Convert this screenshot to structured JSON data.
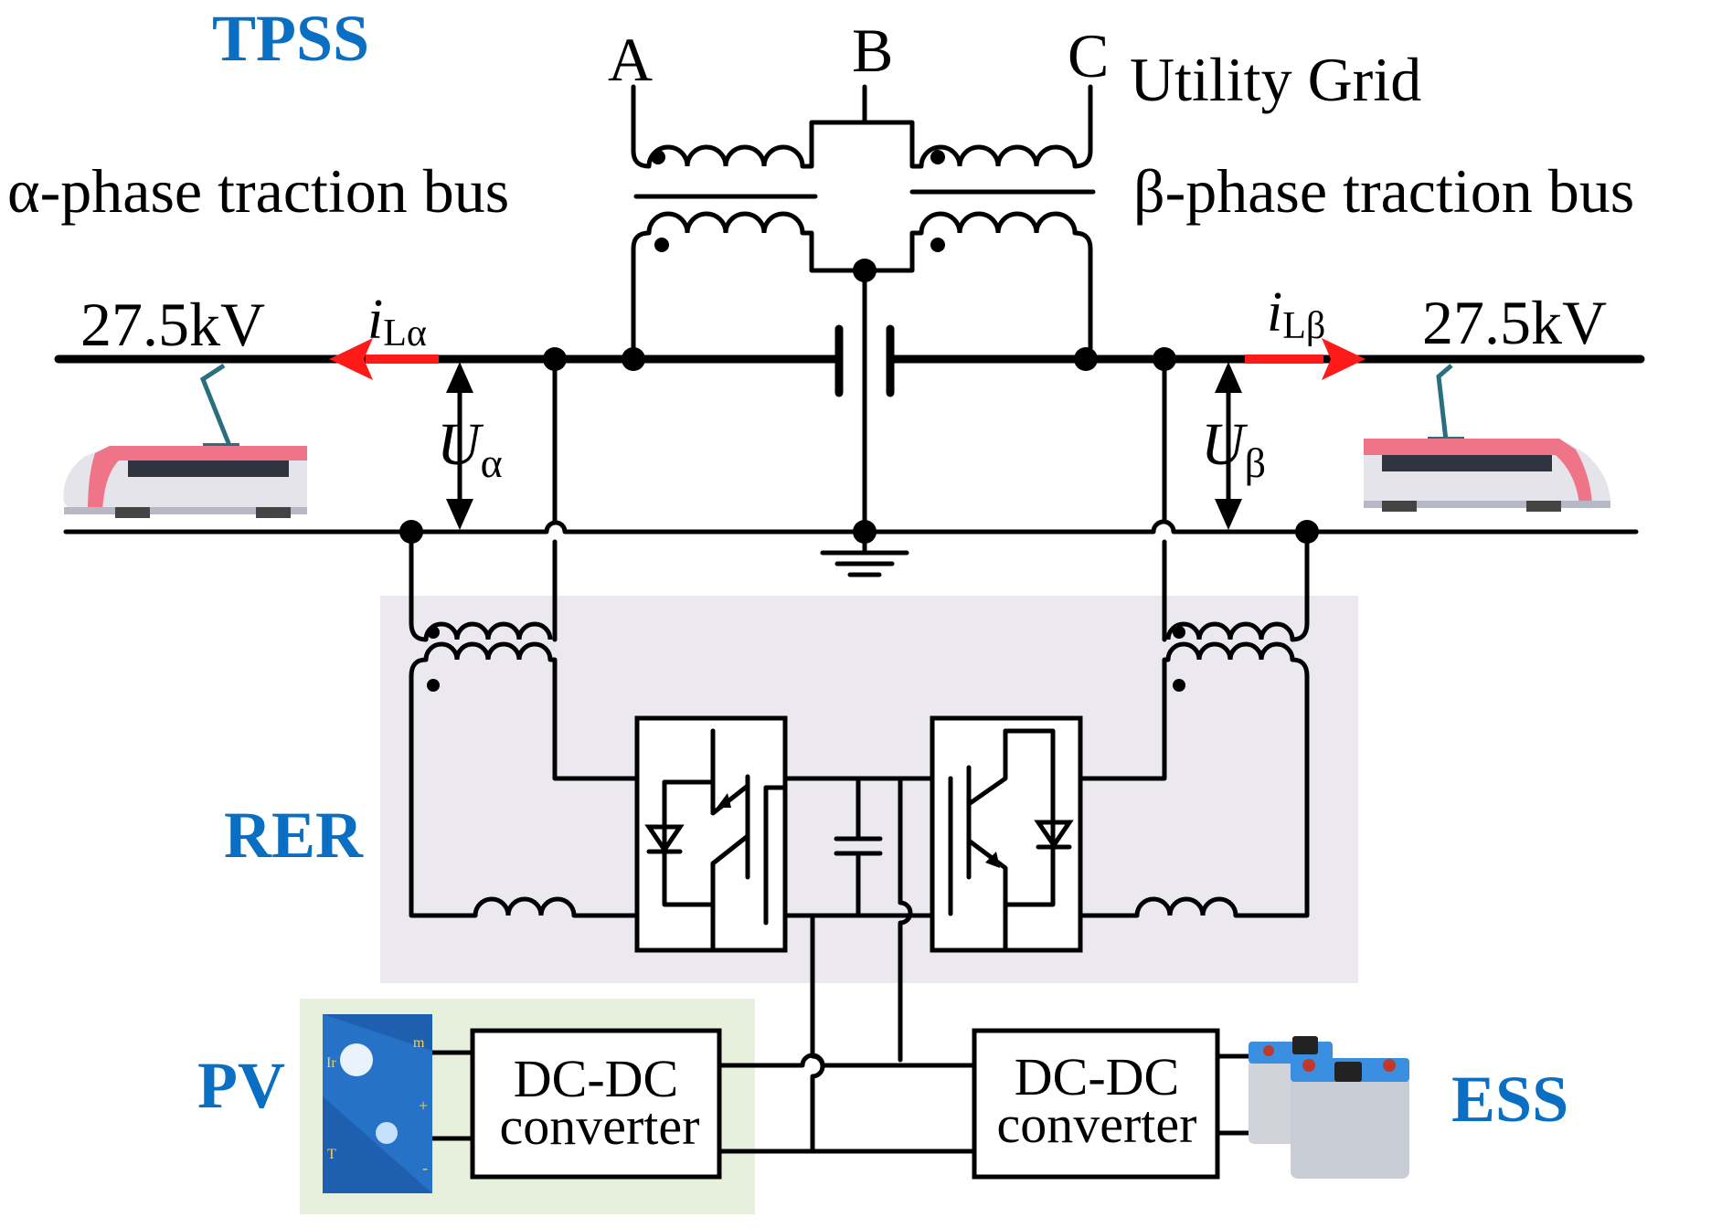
{
  "labels": {
    "tpss": "TPSS",
    "rer": "RER",
    "pv": "PV",
    "ess": "ESS",
    "phase_a": "A",
    "phase_b": "B",
    "phase_c": "C",
    "utility_grid": "Utility Grid",
    "alpha_bus": "α-phase traction bus",
    "beta_bus": "β-phase traction bus",
    "voltage_left": "27.5kV",
    "voltage_right": "27.5kV",
    "i_main": "i",
    "i_left_sub": "Lα",
    "i_right_sub": "Lβ",
    "u_main": "U",
    "u_left_sub": "α",
    "u_right_sub": "β",
    "dcdc_pv_line1": "DC-DC",
    "dcdc_pv_line2": "converter",
    "dcdc_ess_line1": "DC-DC",
    "dcdc_ess_line2": "converter",
    "pv_panel_marks": [
      "Ir",
      "m",
      "+",
      "T",
      "-"
    ]
  },
  "colors": {
    "label_blue": "#0a6fc2",
    "current_arrow": "#ff1a1a",
    "rer_background": "#ece8f0",
    "pv_background": "#e7f0dc",
    "train_body": "#e4e4ea",
    "train_stripe": "#f07488",
    "pv_panel": "#1e5fb0",
    "battery": "#3a8fe0"
  },
  "icons": [
    "train-icon",
    "pv-panel-icon",
    "battery-icon",
    "ground-icon"
  ]
}
